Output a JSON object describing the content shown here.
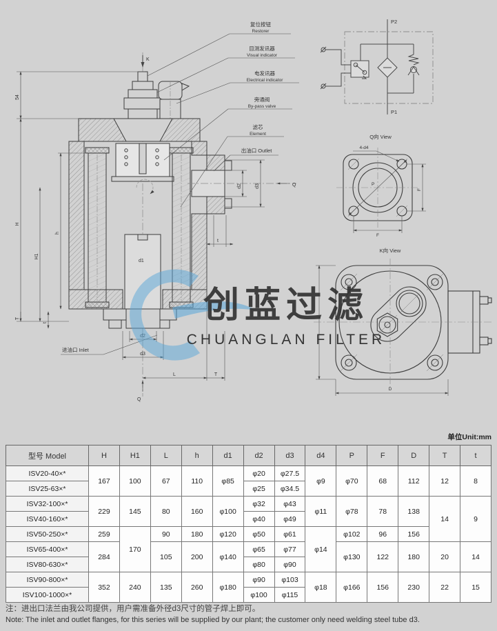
{
  "page": {
    "unit_label": "单位Unit:mm",
    "note_cn": "注：进出口法兰由我公司提供，用户需准备外径d3尺寸的管子焊上即可。",
    "note_en": "Note: The inlet and outlet flanges,  for this series will be supplied by our plant; the customer only need welding steel tube d3."
  },
  "watermark": {
    "cn": "创蓝过滤",
    "en": "CHUANGLAN FILTER",
    "color": "#57a6d8"
  },
  "drawing": {
    "callouts": [
      {
        "cn": "复位按钮",
        "en": "Restorer"
      },
      {
        "cn": "目测发讯器",
        "en": "Visual indicator"
      },
      {
        "cn": "电发讯器",
        "en": "Electrical indicator"
      },
      {
        "cn": "旁通阀",
        "en": "By-pass valve"
      },
      {
        "cn": "滤芯",
        "en": "Element"
      },
      {
        "cn": "出油口  Outlet",
        "en": ""
      }
    ],
    "inlet_label": "进油口  Inlet",
    "schematic": {
      "p1": "P1",
      "p2": "P2"
    },
    "views": {
      "q_label": "Q向  View",
      "q_holes": "4-d4",
      "k_label": "K向  View"
    },
    "dims": {
      "s54": "54",
      "H": "H",
      "H1": "H1",
      "h": "h",
      "T": "T",
      "t": "t",
      "d1": "d1",
      "d2": "d2",
      "d3": "d3",
      "L": "L",
      "Q": "Q",
      "K": "K",
      "P": "P",
      "F": "F",
      "D": "D"
    }
  },
  "table": {
    "headers": [
      "型号 Model",
      "H",
      "H1",
      "L",
      "h",
      "d1",
      "d2",
      "d3",
      "d4",
      "P",
      "F",
      "D",
      "T",
      "t"
    ],
    "rows": [
      [
        {
          "v": "ISV20-40×*"
        },
        {
          "v": "167",
          "rs": 2
        },
        {
          "v": "100",
          "rs": 2
        },
        {
          "v": "67",
          "rs": 2
        },
        {
          "v": "110",
          "rs": 2
        },
        {
          "v": "φ85",
          "rs": 2
        },
        {
          "v": "φ20"
        },
        {
          "v": "φ27.5"
        },
        {
          "v": "φ9",
          "rs": 2
        },
        {
          "v": "φ70",
          "rs": 2
        },
        {
          "v": "68",
          "rs": 2
        },
        {
          "v": "112",
          "rs": 2
        },
        {
          "v": "12",
          "rs": 2
        },
        {
          "v": "8",
          "rs": 2
        }
      ],
      [
        {
          "v": "ISV25-63×*"
        },
        {
          "v": "φ25"
        },
        {
          "v": "φ34.5"
        }
      ],
      [
        {
          "v": "ISV32-100×*"
        },
        {
          "v": "229",
          "rs": 2
        },
        {
          "v": "145",
          "rs": 2
        },
        {
          "v": "80",
          "rs": 2
        },
        {
          "v": "160",
          "rs": 2
        },
        {
          "v": "φ100",
          "rs": 2
        },
        {
          "v": "φ32"
        },
        {
          "v": "φ43"
        },
        {
          "v": "φ11",
          "rs": 2
        },
        {
          "v": "φ78",
          "rs": 2
        },
        {
          "v": "78",
          "rs": 2
        },
        {
          "v": "138",
          "rs": 2
        },
        {
          "v": "14",
          "rs": 3
        },
        {
          "v": "9",
          "rs": 3
        }
      ],
      [
        {
          "v": "ISV40-160×*"
        },
        {
          "v": "φ40"
        },
        {
          "v": "φ49"
        }
      ],
      [
        {
          "v": "ISV50-250×*"
        },
        {
          "v": "259"
        },
        {
          "v": "170",
          "rs": 3
        },
        {
          "v": "90"
        },
        {
          "v": "180"
        },
        {
          "v": "φ120"
        },
        {
          "v": "φ50"
        },
        {
          "v": "φ61"
        },
        {
          "v": "φ14",
          "rs": 3
        },
        {
          "v": "φ102"
        },
        {
          "v": "96"
        },
        {
          "v": "156"
        }
      ],
      [
        {
          "v": "ISV65-400×*"
        },
        {
          "v": "284",
          "rs": 2
        },
        {
          "v": "105",
          "rs": 2
        },
        {
          "v": "200",
          "rs": 2
        },
        {
          "v": "φ140",
          "rs": 2
        },
        {
          "v": "φ65"
        },
        {
          "v": "φ77"
        },
        {
          "v": "φ130",
          "rs": 2
        },
        {
          "v": "122",
          "rs": 2
        },
        {
          "v": "180",
          "rs": 2
        },
        {
          "v": "20",
          "rs": 2
        },
        {
          "v": "14",
          "rs": 2
        }
      ],
      [
        {
          "v": "ISV80-630×*"
        },
        {
          "v": "φ80"
        },
        {
          "v": "φ90"
        }
      ],
      [
        {
          "v": "ISV90-800×*"
        },
        {
          "v": "352",
          "rs": 2
        },
        {
          "v": "240",
          "rs": 2
        },
        {
          "v": "135",
          "rs": 2
        },
        {
          "v": "260",
          "rs": 2
        },
        {
          "v": "φ180",
          "rs": 2
        },
        {
          "v": "φ90"
        },
        {
          "v": "φ103"
        },
        {
          "v": "φ18",
          "rs": 2
        },
        {
          "v": "φ166",
          "rs": 2
        },
        {
          "v": "156",
          "rs": 2
        },
        {
          "v": "230",
          "rs": 2
        },
        {
          "v": "22",
          "rs": 2
        },
        {
          "v": "15",
          "rs": 2
        }
      ],
      [
        {
          "v": "ISV100-1000×*"
        },
        {
          "v": "φ100"
        },
        {
          "v": "φ115"
        }
      ]
    ]
  }
}
